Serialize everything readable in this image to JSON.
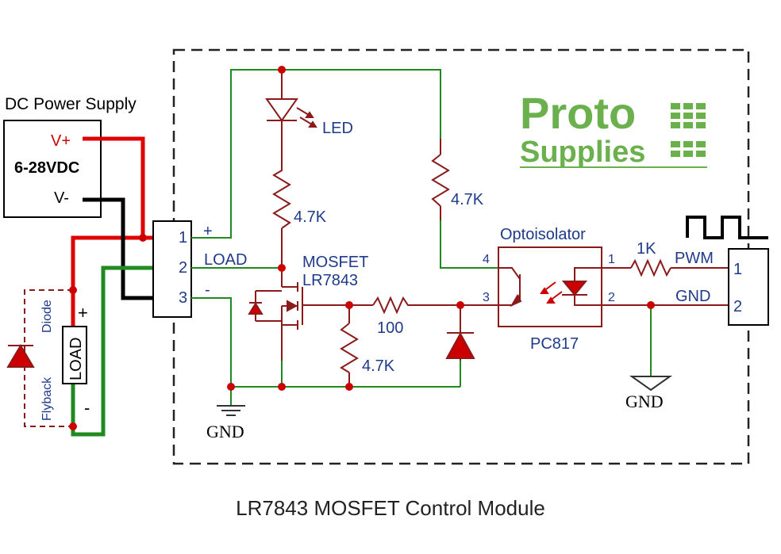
{
  "title": "LR7843 MOSFET Control Module",
  "power_supply": {
    "heading": "DC Power Supply",
    "voltage": "6-28VDC",
    "vplus": "V+",
    "vminus": "V-"
  },
  "flyback": {
    "label_flyback": "Flyback",
    "label_diode": "Diode"
  },
  "load": {
    "label": "LOAD",
    "plus": "+",
    "minus": "-"
  },
  "terminal_left": {
    "pins": [
      "1",
      "2",
      "3"
    ],
    "pin_labels": [
      "+",
      "LOAD",
      "-"
    ]
  },
  "components": {
    "led": "LED",
    "r_led": "4.7K",
    "r_pullup": "4.7K",
    "r_gate": "100",
    "r_pulldown": "4.7K",
    "r_input": "1K",
    "mosfet_line1": "MOSFET",
    "mosfet_line2": "LR7843",
    "opto_title": "Optoisolator",
    "opto_part": "PC817",
    "opto_pins": [
      "4",
      "3",
      "1",
      "2"
    ]
  },
  "terminal_right": {
    "pins": [
      "1",
      "2"
    ],
    "pin_labels": [
      "PWM",
      "GND"
    ]
  },
  "ground_labels": [
    "GND",
    "GND"
  ],
  "logo": {
    "line1": "Proto",
    "line2": "Supplies",
    "color": "#6ab04c"
  },
  "colors": {
    "wire_red": "#cc0000",
    "wire_black": "#000000",
    "wire_green": "#1f8a1f",
    "component": "#8b1a1a",
    "node": "#cc0000",
    "label_blue": "#1f3a8a"
  }
}
